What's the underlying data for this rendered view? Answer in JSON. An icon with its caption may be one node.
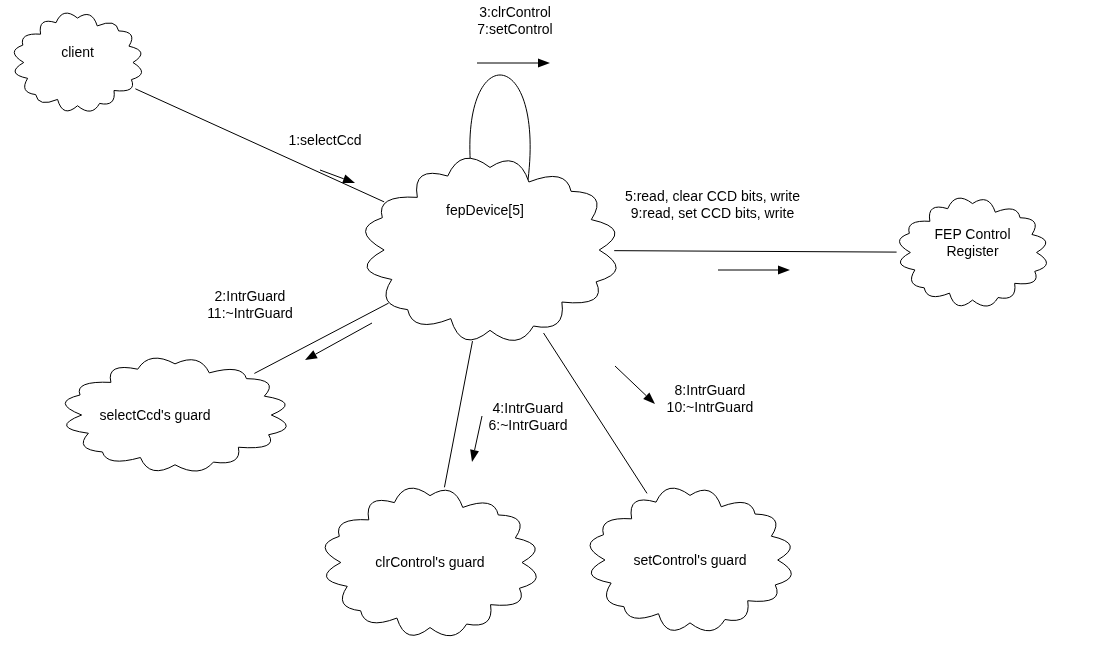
{
  "diagram": {
    "nodes": [
      {
        "text": [
          "client"
        ]
      },
      {
        "text": [
          "fepDevice[5]"
        ]
      },
      {
        "text": [
          "FEP Control Register"
        ]
      },
      {
        "text": [
          "selectCcd's guard"
        ]
      },
      {
        "text": [
          "clrControl's guard"
        ]
      },
      {
        "text": [
          "setControl's guard"
        ]
      }
    ],
    "edges": [
      {
        "from": 0,
        "to": 1,
        "arrow": "none",
        "label": "1:selectCcd"
      },
      {
        "from": 1,
        "to": 1,
        "arrow": "none",
        "label": "3:clrControl 7:setControl"
      },
      {
        "from": 1,
        "to": 2,
        "arrow": "none",
        "label": "5:read, clear CCD bits, write 9:read, set CCD bits, write"
      },
      {
        "from": 1,
        "to": 3,
        "arrow": "none",
        "label": "2:IntrGuard 11:~IntrGuard"
      },
      {
        "from": 1,
        "to": 4,
        "arrow": "none",
        "label": "4:IntrGuard 6:~IntrGuard"
      },
      {
        "from": 1,
        "to": 5,
        "arrow": "none",
        "label": "8:IntrGuard 10:~IntrGuard"
      }
    ]
  }
}
